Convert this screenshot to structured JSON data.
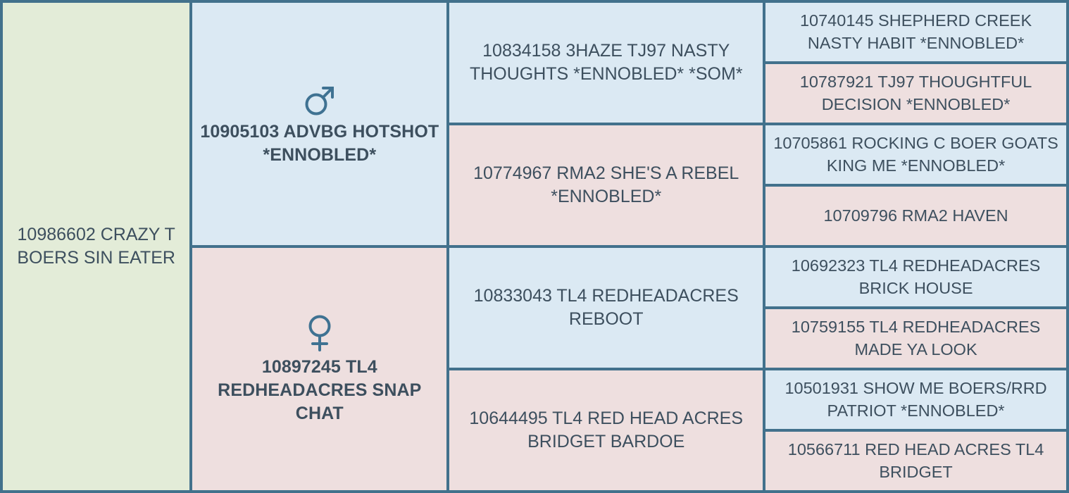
{
  "colors": {
    "border": "#42718c",
    "male_fill": "#dbe9f3",
    "female_fill": "#eedfdf",
    "root_fill": "#e3ecd8",
    "text": "#3d4f5e",
    "symbol": "#3f7292"
  },
  "chart_data": {
    "type": "table",
    "title": "Pedigree chart",
    "generations": 4,
    "root": {
      "label": "10986602 CRAZY T BOERS SIN EATER",
      "sex": "unknown",
      "fill": "root"
    },
    "generation_1": [
      {
        "label": "10905103 ADVBG HOTSHOT *ENNOBLED*",
        "sex": "male",
        "symbol": "male-symbol",
        "fill": "male"
      },
      {
        "label": "10897245 TL4 REDHEADACRES SNAP CHAT",
        "sex": "female",
        "symbol": "female-symbol",
        "fill": "female"
      }
    ],
    "generation_2": [
      {
        "label": "10834158 3HAZE TJ97 NASTY THOUGHTS *ENNOBLED* *SOM*",
        "sex": "male",
        "fill": "male"
      },
      {
        "label": "10774967 RMA2 SHE'S A REBEL *ENNOBLED*",
        "sex": "female",
        "fill": "female"
      },
      {
        "label": "10833043 TL4 REDHEADACRES REBOOT",
        "sex": "male",
        "fill": "male"
      },
      {
        "label": "10644495 TL4 RED HEAD ACRES BRIDGET BARDOE",
        "sex": "female",
        "fill": "female"
      }
    ],
    "generation_3": [
      {
        "label": "10740145 SHEPHERD CREEK NASTY HABIT *ENNOBLED*",
        "sex": "male",
        "fill": "male"
      },
      {
        "label": "10787921 TJ97 THOUGHTFUL DECISION *ENNOBLED*",
        "sex": "female",
        "fill": "female"
      },
      {
        "label": "10705861 ROCKING C BOER GOATS KING ME *ENNOBLED*",
        "sex": "male",
        "fill": "male"
      },
      {
        "label": "10709796 RMA2 HAVEN",
        "sex": "female",
        "fill": "female"
      },
      {
        "label": "10692323 TL4 REDHEADACRES BRICK HOUSE",
        "sex": "male",
        "fill": "male"
      },
      {
        "label": "10759155 TL4 REDHEADACRES MADE YA LOOK",
        "sex": "female",
        "fill": "female"
      },
      {
        "label": "10501931 SHOW ME BOERS/RRD PATRIOT *ENNOBLED*",
        "sex": "male",
        "fill": "male"
      },
      {
        "label": "10566711 RED HEAD ACRES TL4 BRIDGET",
        "sex": "female",
        "fill": "female"
      }
    ]
  }
}
